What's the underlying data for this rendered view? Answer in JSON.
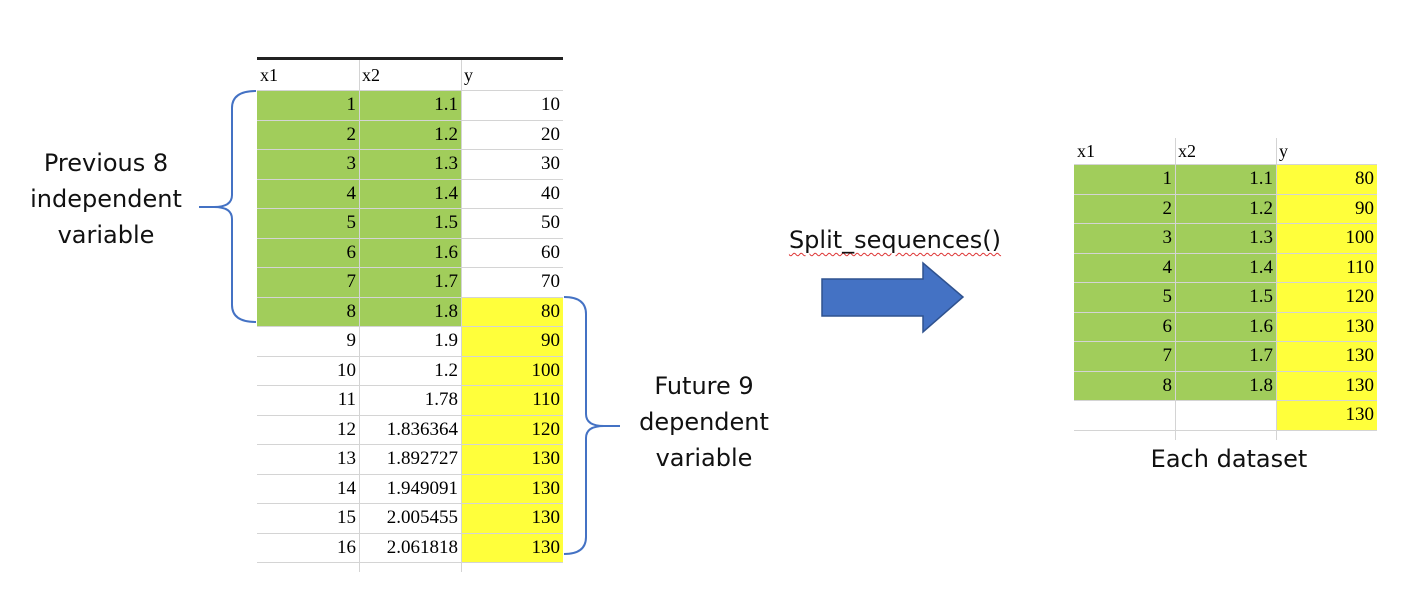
{
  "colors": {
    "green": "#a1cd5b",
    "yellow": "#ffff3b",
    "bracket": "#4472c4",
    "arrow": "#4472c4"
  },
  "left_table": {
    "headers": [
      "x1",
      "x2",
      "y"
    ],
    "rows": [
      {
        "x1": "1",
        "x2": "1.1",
        "y": "10"
      },
      {
        "x1": "2",
        "x2": "1.2",
        "y": "20"
      },
      {
        "x1": "3",
        "x2": "1.3",
        "y": "30"
      },
      {
        "x1": "4",
        "x2": "1.4",
        "y": "40"
      },
      {
        "x1": "5",
        "x2": "1.5",
        "y": "50"
      },
      {
        "x1": "6",
        "x2": "1.6",
        "y": "60"
      },
      {
        "x1": "7",
        "x2": "1.7",
        "y": "70"
      },
      {
        "x1": "8",
        "x2": "1.8",
        "y": "80"
      },
      {
        "x1": "9",
        "x2": "1.9",
        "y": "90"
      },
      {
        "x1": "10",
        "x2": "1.2",
        "y": "100"
      },
      {
        "x1": "11",
        "x2": "1.78",
        "y": "110"
      },
      {
        "x1": "12",
        "x2": "1.836364",
        "y": "120"
      },
      {
        "x1": "13",
        "x2": "1.892727",
        "y": "130"
      },
      {
        "x1": "14",
        "x2": "1.949091",
        "y": "130"
      },
      {
        "x1": "15",
        "x2": "2.005455",
        "y": "130"
      },
      {
        "x1": "16",
        "x2": "2.061818",
        "y": "130"
      }
    ]
  },
  "right_table": {
    "headers": [
      "x1",
      "x2",
      "y"
    ],
    "rows": [
      {
        "x1": "1",
        "x2": "1.1",
        "y": "80"
      },
      {
        "x1": "2",
        "x2": "1.2",
        "y": "90"
      },
      {
        "x1": "3",
        "x2": "1.3",
        "y": "100"
      },
      {
        "x1": "4",
        "x2": "1.4",
        "y": "110"
      },
      {
        "x1": "5",
        "x2": "1.5",
        "y": "120"
      },
      {
        "x1": "6",
        "x2": "1.6",
        "y": "130"
      },
      {
        "x1": "7",
        "x2": "1.7",
        "y": "130"
      },
      {
        "x1": "8",
        "x2": "1.8",
        "y": "130"
      },
      {
        "x1": "",
        "x2": "",
        "y": "130"
      }
    ]
  },
  "labels": {
    "previous": [
      "Previous 8",
      "independent",
      "variable"
    ],
    "future": [
      "Future 9",
      "dependent",
      "variable"
    ],
    "function": "Split_sequences()",
    "caption": "Each dataset"
  }
}
